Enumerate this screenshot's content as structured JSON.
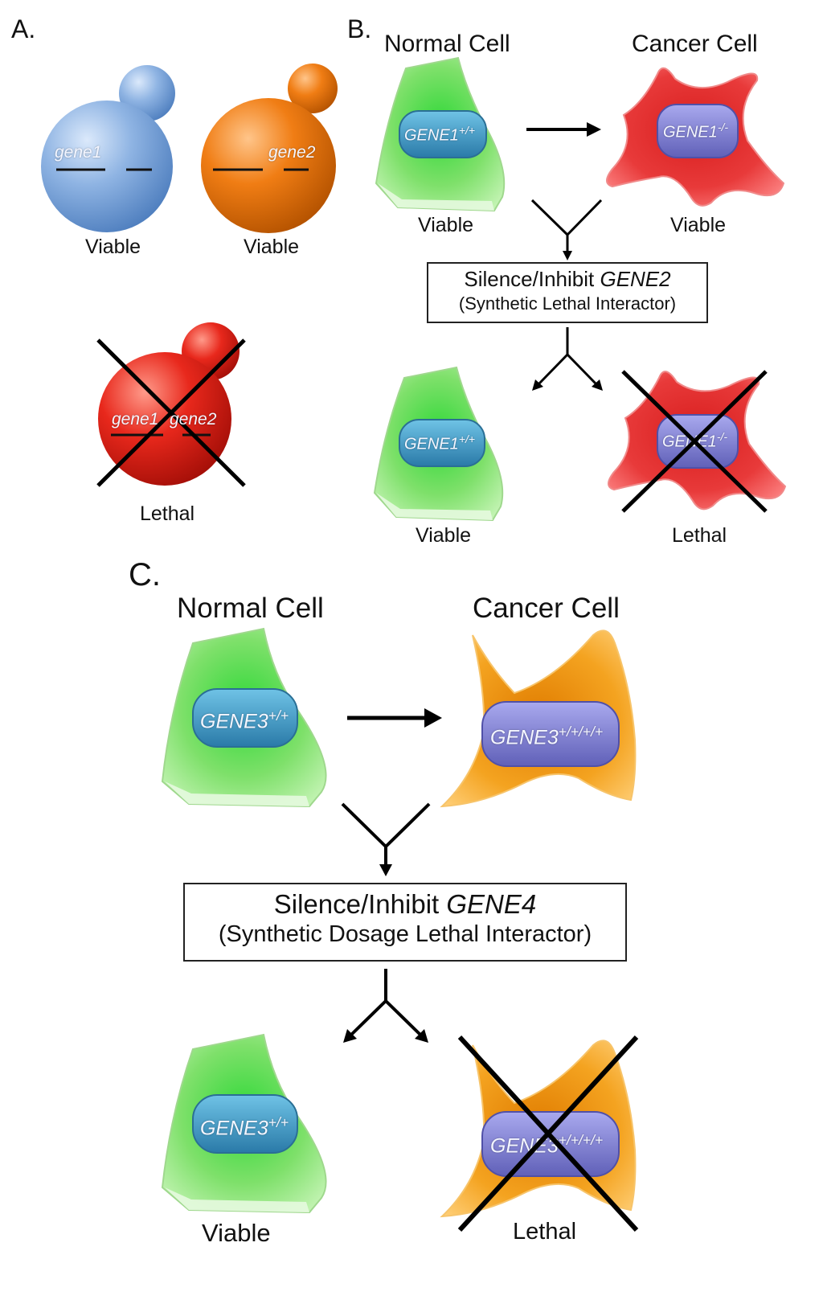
{
  "panels": {
    "a": {
      "letter": "A.",
      "cell1": {
        "gene": "gene1",
        "state": "Viable"
      },
      "cell2": {
        "gene": "gene2",
        "state": "Viable"
      },
      "double": {
        "gene_a": "gene1",
        "gene_b": "gene2",
        "state": "Lethal"
      }
    },
    "b": {
      "letter": "B.",
      "normal_title": "Normal Cell",
      "cancer_title": "Cancer Cell",
      "normal_gene": "GENE1",
      "normal_sup": "+/+",
      "cancer_gene": "GENE1",
      "cancer_sup": "-/-",
      "normal_state": "Viable",
      "cancer_state": "Viable",
      "box_prefix": "Silence/Inhibit ",
      "box_gene": "GENE2",
      "box_line2": "(Synthetic Lethal Interactor)",
      "result_normal_gene": "GENE1",
      "result_normal_sup": "+/+",
      "result_cancer_gene": "GENE1",
      "result_cancer_sup": "-/-",
      "result_normal_state": "Viable",
      "result_cancer_state": "Lethal"
    },
    "c": {
      "letter": "C.",
      "normal_title": "Normal Cell",
      "cancer_title": "Cancer Cell",
      "normal_gene": "GENE3",
      "normal_sup": "+/+",
      "cancer_gene": "GENE3",
      "cancer_sup": "+/+/+/+",
      "box_prefix": "Silence/Inhibit ",
      "box_gene": "GENE4",
      "box_line2": "(Synthetic Dosage Lethal Interactor)",
      "result_normal_gene": "GENE3",
      "result_normal_sup": "+/+",
      "result_cancer_gene": "GENE3",
      "result_cancer_sup": "+/+/+/+",
      "result_normal_state": "Viable",
      "result_cancer_state": "Lethal"
    }
  },
  "colors": {
    "yeast_blue": "#8fb4e3",
    "yeast_orange": "#f07d14",
    "yeast_red": "#e8281c",
    "normal_cell": "#7ee06a",
    "cancer_cell_b": "#e83a3a",
    "cancer_cell_c": "#f4a320",
    "nucleus_normal": "#3a96c2",
    "nucleus_cancer": "#7f7fd0"
  }
}
